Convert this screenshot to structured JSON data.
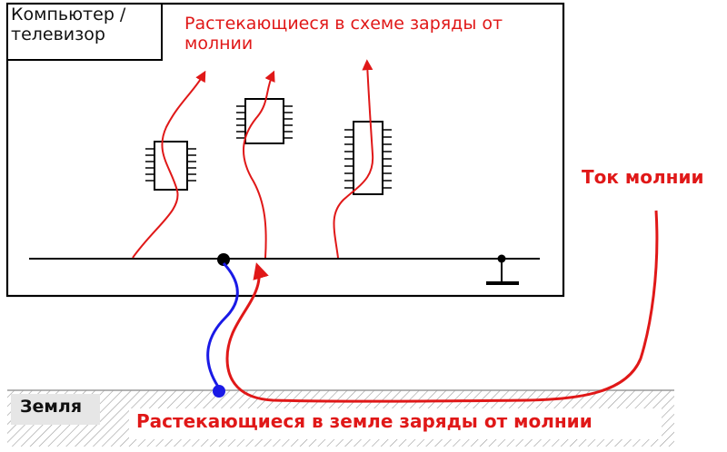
{
  "labels": {
    "device": "Компьютер / телевизор",
    "spreading_in_circuit": "Растекающиеся в схеме заряды от молнии",
    "lightning_current": "Ток молнии",
    "ground": "Земля",
    "spreading_in_ground": "Растекающиеся в земле заряды от молнии"
  },
  "colors": {
    "current": "#e01818",
    "ground_wire": "#1a1ae6",
    "outline": "#000000",
    "hatch": "#9a9a9a"
  }
}
